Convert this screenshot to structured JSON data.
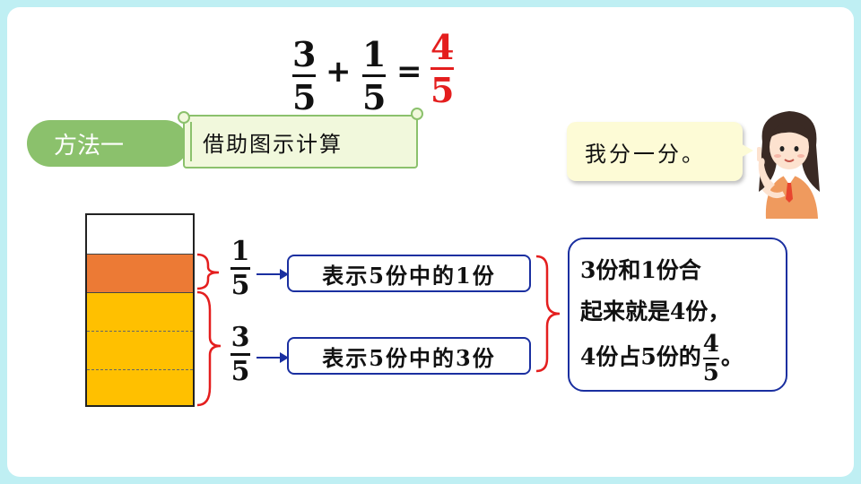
{
  "equation": {
    "a": {
      "num": "3",
      "den": "5"
    },
    "op1": "+",
    "b": {
      "num": "1",
      "den": "5"
    },
    "op2": "=",
    "result": {
      "num": "4",
      "den": "5",
      "color": "#e41e1e"
    }
  },
  "method": {
    "tag": "方法一",
    "title": "借助图示计算"
  },
  "speech": {
    "text": "我分一分。"
  },
  "bar": {
    "segments": [
      {
        "fill": "#ffffff",
        "state": "empty"
      },
      {
        "fill": "#ec7a35",
        "state": "one-part"
      },
      {
        "fill": "#ffc000",
        "state": "three-parts"
      },
      {
        "fill": "#ffc000",
        "state": "three-parts"
      },
      {
        "fill": "#ffc000",
        "state": "three-parts"
      }
    ]
  },
  "fraction_labels": [
    {
      "num": "1",
      "den": "5",
      "text": "表示5份中的1份"
    },
    {
      "num": "3",
      "den": "5",
      "text": "表示5份中的3份"
    }
  ],
  "summary": {
    "line1": "3份和1份合",
    "line2": "起来就是4份，",
    "line3_prefix": "4份占5份的",
    "frac": {
      "num": "4",
      "den": "5"
    },
    "line3_suffix": "。"
  },
  "colors": {
    "background": "#bfeff3",
    "accent_green": "#8bc16c",
    "label_border": "#1a2fa0",
    "bracket_red": "#e41e1e"
  }
}
